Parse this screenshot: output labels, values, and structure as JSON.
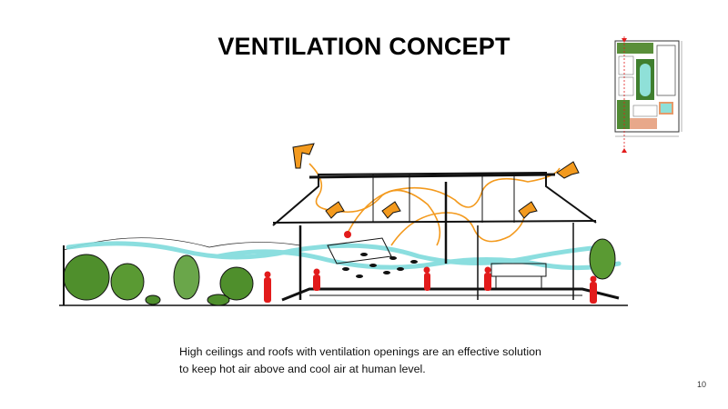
{
  "slide": {
    "title": "VENTILATION CONCEPT",
    "caption_line1": "High ceilings and roofs with ventilation openings are an effective solution",
    "caption_line2": "to keep hot air above and cool air at human level.",
    "page_number": "10"
  },
  "colors": {
    "hot_air": "#f39a1e",
    "cool_air": "#7fdbdc",
    "people": "#e21b1b",
    "trees": "#4f8f2c",
    "section_line": "#000000"
  }
}
